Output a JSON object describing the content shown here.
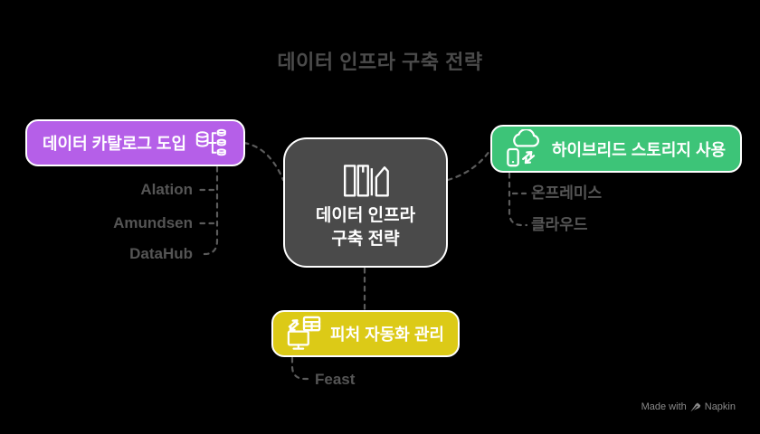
{
  "title": "데이터 인프라 구축 전략",
  "center": {
    "label_line1": "데이터 인프라",
    "label_line2": "구축 전략",
    "fill_color": "#4a4a4a"
  },
  "branches": {
    "catalog": {
      "label": "데이터 카탈로그 도입",
      "fill_color": "#b55fe8",
      "children": [
        "Alation",
        "Amundsen",
        "DataHub"
      ]
    },
    "storage": {
      "label": "하이브리드 스토리지 사용",
      "fill_color": "#3dc478",
      "children": [
        "온프레미스",
        "클라우드"
      ]
    },
    "feature": {
      "label": "피처 자동화 관리",
      "fill_color": "#dcca17",
      "children": [
        "Feast"
      ]
    }
  },
  "connector_color": "#5b5b5b",
  "watermark": {
    "made_with": "Made with",
    "brand": "Napkin"
  }
}
